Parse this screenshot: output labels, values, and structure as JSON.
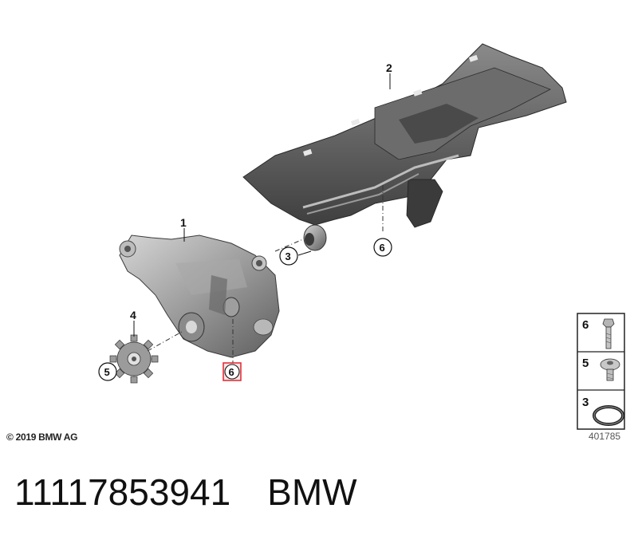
{
  "diagram": {
    "callouts": {
      "oil_pump": "1",
      "oil_deflector": "2",
      "o_ring": "3",
      "sprocket": "4",
      "torx_screw_sprocket": "5",
      "bolt_pump_highlighted": "6",
      "bolt_deflector": "6"
    },
    "legend": [
      {
        "number": "6",
        "part": "bolt-icon"
      },
      {
        "number": "5",
        "part": "torx-screw-icon"
      },
      {
        "number": "3",
        "part": "o-ring-icon"
      }
    ],
    "highlight_color": "#e0252f",
    "copyright": "© 2019 BMW AG",
    "diagram_id": "401785"
  },
  "footer": {
    "part_number": "11117853941",
    "brand": "BMW"
  }
}
